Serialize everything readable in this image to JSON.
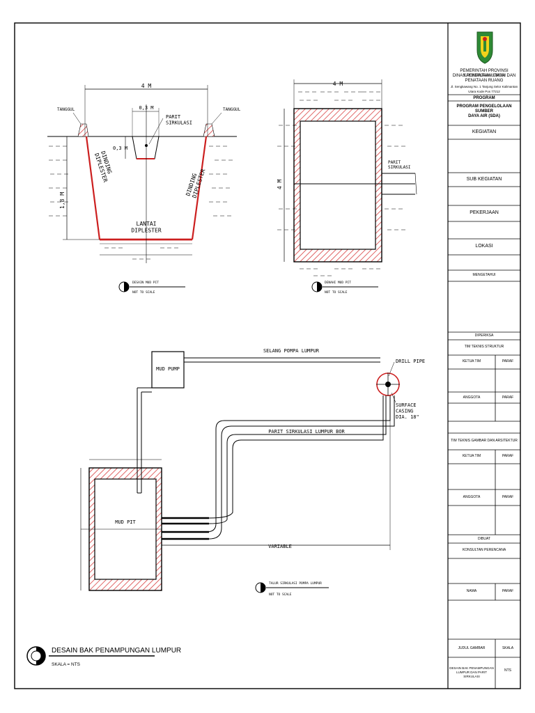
{
  "section_mud_pit": {
    "width_label": "4 M",
    "tanggul_left": "TANGGUL",
    "tanggul_right": "TANGGUL",
    "trench_width_label": "0,3 M",
    "trench_label": "PARIT\nSIRKULASI",
    "trench_depth_label": "0,3 M",
    "depth_label": "1,8 M",
    "wall_left_label": "DINDING\nDIPLESTER",
    "wall_right_label": "DINDING\nDIPLESTER",
    "floor_label": "LANTAI\nDIPLESTER",
    "caption_title": "DESAIN MUD PIT",
    "caption_scale": "NOT TO SCALE"
  },
  "plan_mud_pit": {
    "width_label": "4 M",
    "height_label": "4 M",
    "trench_label": "PARIT\nSIRKULASI",
    "caption_title": "DENAHI MUD PIT",
    "caption_scale": "NOT TO SCALE"
  },
  "layout_plan": {
    "mud_pump": "MUD PUMP",
    "hose_label": "SELANG POMPA LUMPUR",
    "drill_pipe": "DRILL PIPE",
    "casing_label": "SURFACE\nCASING\nDIA. 18\"",
    "channel_label": "PARIT SIRKULASI LUMPUR BOR",
    "mud_pit": "MUD PIT",
    "variable": "VARIABLE",
    "caption_title": "TALUR SIRKULASI POMPA LUMPUR",
    "caption_scale": "NOT TO SCALE"
  },
  "drawing_title": {
    "title": "DESAIN BAK PENAMPUNGAN LUMPUR",
    "scale": "SKALA = NTS"
  },
  "title_block": {
    "gov_line1": "PEMERINTAH PROVINSI KALIMANTAN UTARA",
    "gov_line2": "DINAS PEKERJAAN UMUM DAN",
    "gov_line3": "PENATAAN RUANG",
    "gov_address": "Jl. Sengkawang No. 1 Tanjung Selor Kalimantan Utara Kode Pos 77212",
    "program_header": "PROGRAM",
    "program_value": "PROGRAM PENGELOLAAN SUMBER\nDAYA AIR (SDA)",
    "kegiatan": "KEGIATAN",
    "sub_kegiatan": "SUB KEGIATAN",
    "pekerjaan": "PEKERJAAN",
    "lokasi": "LOKASI",
    "mengetahui": "MENGETAHUI",
    "diperiksa": "DIPERIKSA",
    "tim_struktur": "TIM TEKNIS STRUKTUR",
    "ketua_tim_1": "KETUA TIM",
    "paraf_1": "PARAF",
    "anggota_1": "ANGGOTA",
    "paraf_2": "PARAF",
    "tim_gambar": "TIM TEKNIS GAMBAR DAN ARSITEKTUR",
    "ketua_tim_2": "KETUA TIM",
    "paraf_3": "PARAF",
    "anggota_2": "ANGGOTA",
    "paraf_4": "PARAF",
    "dibuat": "DIBUAT",
    "konsultan": "KONSULTAN PERENCANA",
    "nama": "NAMA",
    "paraf_5": "PARAF",
    "judul_gambar": "JUDUL GAMBAR",
    "skala": "SKALA",
    "judul_value": "DESAIN BAK PENAMPUNGAN\nLUMPUR DAN PARIT SIRKULASI",
    "skala_value": "NTS"
  },
  "colors": {
    "frame": "#000000",
    "accent": "#cc1f1f",
    "hatch": "#d94040",
    "logo_green": "#2f8a35",
    "logo_yellow": "#f2d21b"
  }
}
